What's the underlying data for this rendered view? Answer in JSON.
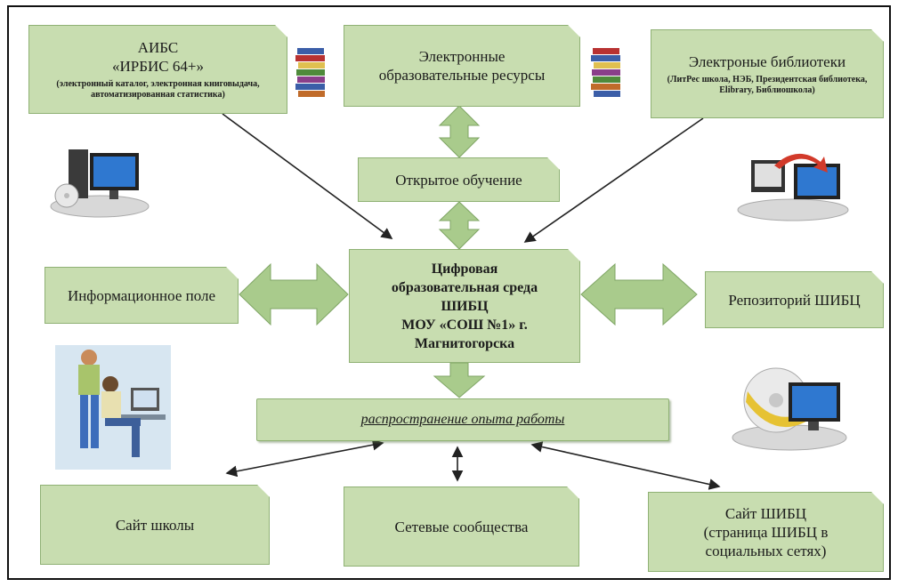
{
  "boxes": {
    "aibs": {
      "title": "АИБС",
      "subtitle": "«ИРБИС 64+»",
      "note": "(электронный каталог, электронная книговыдача, автоматизированная статистика)"
    },
    "eor": {
      "line1": "Электронные",
      "line2": "образовательные ресурсы"
    },
    "elib": {
      "title": "Электроные библиотеки",
      "note": "(ЛитРес школа, НЭБ, Президентская библиотека, Elibrary, Библиошкола)"
    },
    "open": {
      "label": "Открытое обучение"
    },
    "center": {
      "line1": "Цифровая",
      "line2": "образовательная среда",
      "line3": "ШИБЦ",
      "line4": "МОУ «СОШ №1» г.",
      "line5": "Магнитогорска"
    },
    "info": {
      "label": "Информационное поле"
    },
    "repo": {
      "label": "Репозиторий ШИБЦ"
    },
    "spread": {
      "label": "распространение опыта работы"
    },
    "site": {
      "label": "Сайт школы"
    },
    "net": {
      "label": "Сетевые сообщества"
    },
    "shibc": {
      "line1": "Сайт ШИБЦ",
      "line2": "(страница ШИБЦ в",
      "line3": "социальных сетях)"
    }
  },
  "colors": {
    "box_fill": "#c8ddb0",
    "box_border": "#8fb174",
    "arrow_fill": "#a9cb8c"
  },
  "icons": [
    "book-stack-icon",
    "book-stack-icon",
    "computer-disc-icon",
    "computer-arrow-icon",
    "people-at-computer-icon",
    "computer-cd-icon"
  ]
}
